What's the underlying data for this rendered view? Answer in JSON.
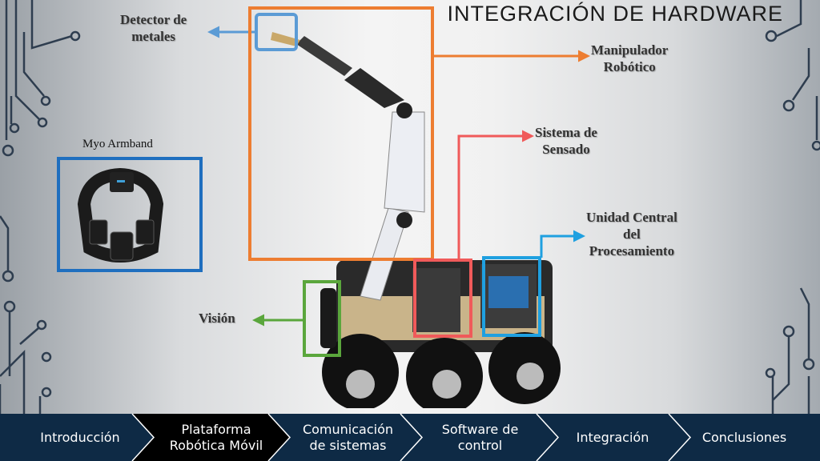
{
  "slide": {
    "title": "INTEGRACIÓN DE HARDWARE"
  },
  "labels": {
    "detector": [
      "Detector de",
      "metales"
    ],
    "manipulador": [
      "Manipulador",
      "Robótico"
    ],
    "sensado": [
      "Sistema de",
      "Sensado"
    ],
    "unidad": [
      "Unidad Central",
      "del",
      "Procesamiento"
    ],
    "vision": "Visión",
    "myo": "Myo Armband"
  },
  "nav": {
    "items": [
      {
        "line1": "Introducción",
        "line2": ""
      },
      {
        "line1": "Plataforma",
        "line2": "Robótica Móvil"
      },
      {
        "line1": "Comunicación",
        "line2": "de sistemas"
      },
      {
        "line1": "Software de",
        "line2": "control"
      },
      {
        "line1": "Integración",
        "line2": ""
      },
      {
        "line1": "Conclusiones",
        "line2": ""
      }
    ],
    "active_index": 1
  },
  "colors": {
    "detector": "#5b9bd5",
    "manipulador": "#ed7d31",
    "sensado": "#f05a5a",
    "unidad": "#1fa0e0",
    "vision": "#5aa63c",
    "myo": "#1f6fbf",
    "nav_bg": "#0e2a45",
    "nav_active": "#000000"
  },
  "icons": [
    "circuit-decoration",
    "myo-armband-image",
    "robot-image",
    "arrow-icon"
  ]
}
